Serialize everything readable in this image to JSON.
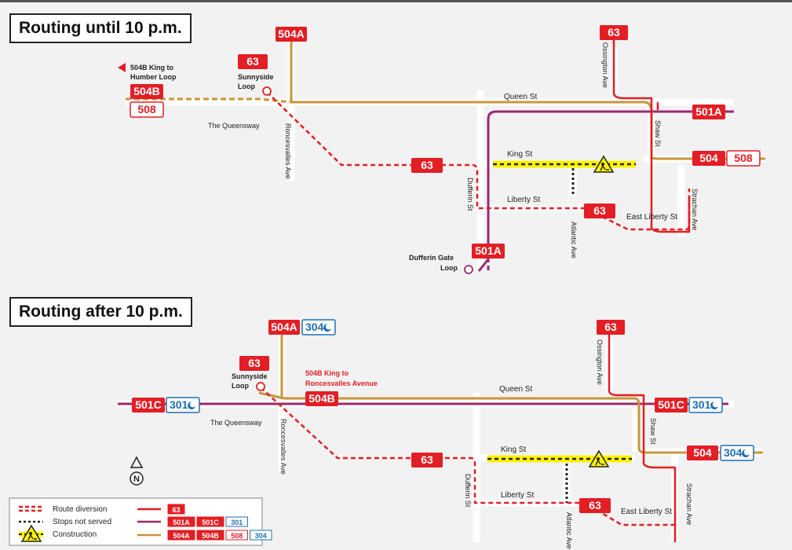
{
  "panels": [
    {
      "title": "Routing until 10 p.m.",
      "streets": {
        "queen": "Queen St",
        "queensway": "The Queensway",
        "roncesvalles": "Roncesvalles Ave",
        "king": "King St",
        "dufferin": "Dufferin St",
        "liberty": "Liberty St",
        "east_liberty": "East Liberty St",
        "atlantic": "Atlantic Ave",
        "strachan": "Strachan Ave",
        "shaw": "Shaw St",
        "ossington": "Ossington Ave"
      },
      "places": {
        "sunnyside": [
          "Sunnyside",
          "Loop"
        ],
        "dufferin_gate": [
          "Dufferin Gate",
          "Loop"
        ]
      },
      "note": [
        "504B King to",
        "Humber Loop"
      ]
    },
    {
      "title": "Routing after 10 p.m.",
      "streets": {
        "queen": "Queen St",
        "queensway": "The Queensway",
        "roncesvalles": "Roncesvalles Ave",
        "king": "King St",
        "dufferin": "Dufferin St",
        "liberty": "Liberty St",
        "east_liberty": "East Liberty St",
        "atlantic": "Atlantic Ave",
        "strachan": "Strachan Ave",
        "shaw": "Shaw St",
        "ossington": "Ossington Ave"
      },
      "places": {
        "sunnyside": [
          "Sunnyside",
          "Loop"
        ]
      },
      "note": [
        "504B King to",
        "Roncesvalles Avenue"
      ]
    }
  ],
  "badges": {
    "r63": "63",
    "r504A": "504A",
    "r504B": "504B",
    "r504": "504",
    "r508": "508",
    "r501A": "501A",
    "r501C": "501C",
    "r301": "301",
    "r304": "304"
  },
  "north": "N",
  "legend": {
    "diversion": "Route diversion",
    "stops_not_served": "Stops not served",
    "construction": "Construction",
    "rows": [
      [
        "63"
      ],
      [
        "501A",
        "501C",
        "301"
      ],
      [
        "504A",
        "504B",
        "508",
        "304"
      ]
    ]
  },
  "colors": {
    "red": "#e31e24",
    "purple": "#9b2a6e",
    "gold": "#c8963c",
    "blue": "#1f6fb2",
    "yellow": "#fff200",
    "bg": "#f2f2f2"
  }
}
